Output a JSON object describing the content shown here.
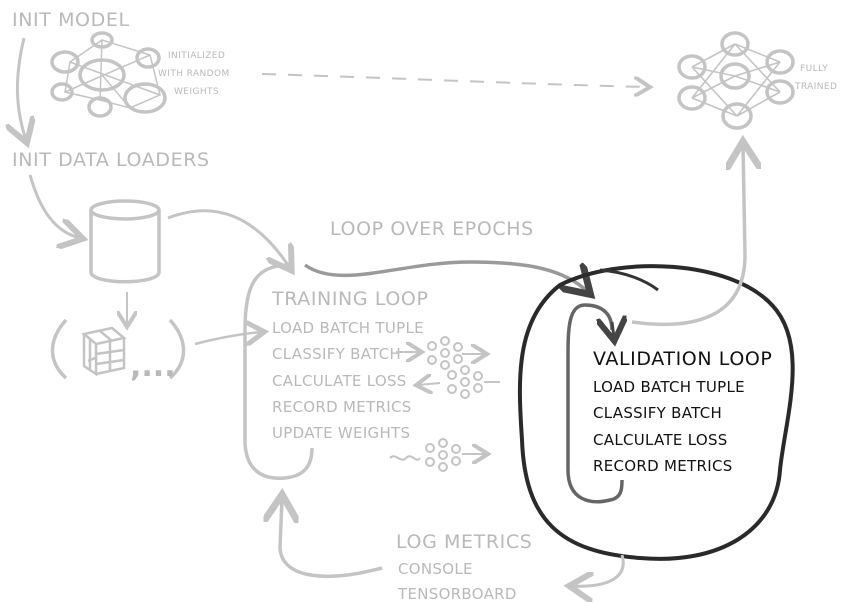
{
  "steps": {
    "init_model": "INIT MODEL",
    "init_data_loaders": "INIT DATA LOADERS",
    "loop_over_epochs": "LOOP OVER EPOCHS"
  },
  "notes": {
    "initialized_line1": "INITIALIZED",
    "initialized_line2": "WITH RANDOM",
    "initialized_line3": "WEIGHTS",
    "fully": "FULLY",
    "trained": "TRAINED"
  },
  "batch_tuple": "( ,...)",
  "training_loop": {
    "title": "TRAINING LOOP",
    "items": [
      "LOAD BATCH TUPLE",
      "CLASSIFY BATCH",
      "CALCULATE LOSS",
      "RECORD METRICS",
      "UPDATE WEIGHTS"
    ]
  },
  "validation_loop": {
    "title": "VALIDATION LOOP",
    "items": [
      "LOAD BATCH TUPLE",
      "CLASSIFY BATCH",
      "CALCULATE LOSS",
      "RECORD METRICS"
    ]
  },
  "log_metrics": {
    "title": "LOG METRICS",
    "items": [
      "CONSOLE",
      "TENSORBOARD"
    ]
  },
  "colors": {
    "faint": "#b9b9b9",
    "dark": "#111111",
    "highlight_ring": "#2a2a2a"
  },
  "icons": [
    "random-network-icon",
    "trained-network-icon",
    "database-cylinder-icon",
    "image-cube-icon",
    "small-network-icon"
  ]
}
